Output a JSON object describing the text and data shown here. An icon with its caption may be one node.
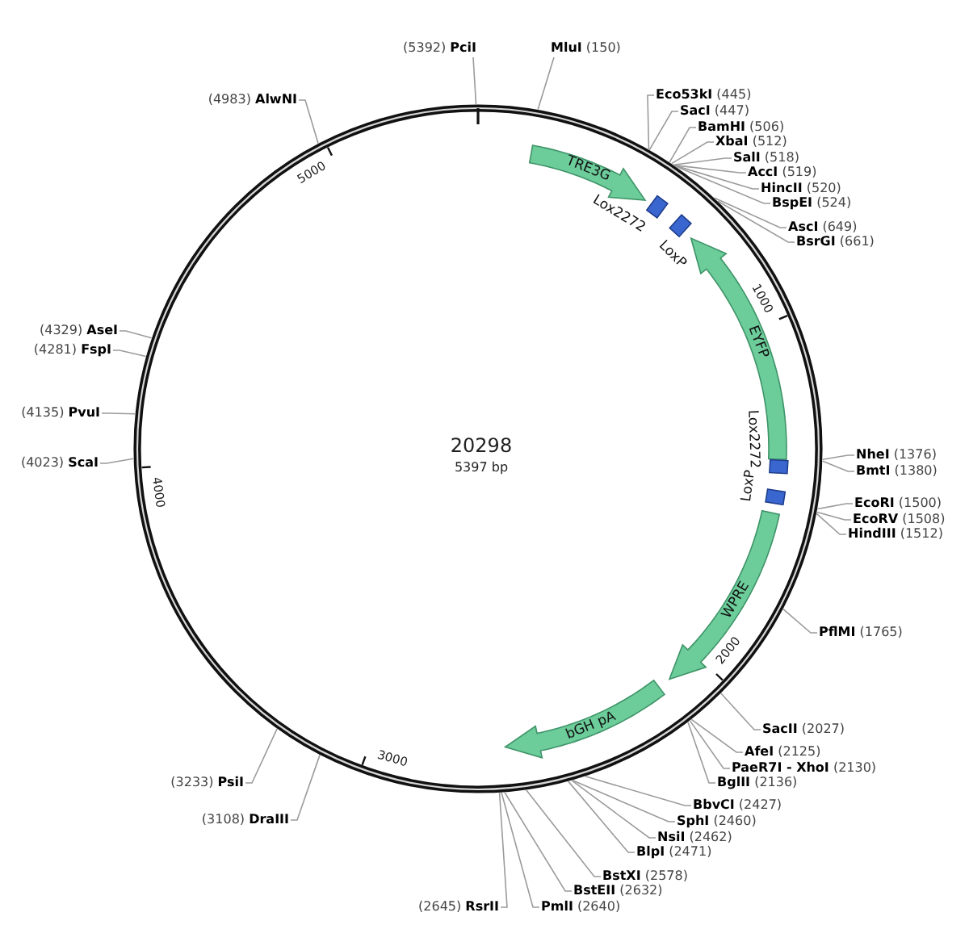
{
  "diagram": {
    "nodes": [
      {
        "text": [
          "20298",
          "5397 bp"
        ]
      },
      {
        "text": [
          "TRE3G"
        ],
        "in": 0
      },
      {
        "text": [],
        "shape": "box",
        "beside": [
          "Lox2272"
        ],
        "in": 0
      },
      {
        "text": [],
        "shape": "box",
        "beside": [
          "LoxP"
        ],
        "in": 0
      },
      {
        "text": [
          "EYFP"
        ],
        "in": 0
      },
      {
        "text": [],
        "shape": "box",
        "beside": [
          "Lox2272"
        ],
        "in": 0
      },
      {
        "text": [],
        "shape": "box",
        "beside": [
          "LoxP"
        ],
        "in": 0
      },
      {
        "text": [
          "WPRE"
        ],
        "in": 0
      },
      {
        "text": [
          "bGH pA"
        ],
        "in": 0
      },
      {
        "text": [
          "(5392) **PciI**"
        ]
      },
      {
        "text": [
          "**MluI** (150)"
        ]
      },
      {
        "text": [
          "**Eco53kI** (445)"
        ]
      },
      {
        "text": [
          "**SacI** (447)"
        ]
      },
      {
        "text": [
          "**BamHI** (506)"
        ]
      },
      {
        "text": [
          "**XbaI** (512)"
        ]
      },
      {
        "text": [
          "**SalI** (518)"
        ]
      },
      {
        "text": [
          "**AccI** (519)"
        ]
      },
      {
        "text": [
          "**HincII** (520)"
        ]
      },
      {
        "text": [
          "**BspEI** (524)"
        ]
      },
      {
        "text": [
          "**AscI** (649)"
        ]
      },
      {
        "text": [
          "**BsrGI** (661)"
        ]
      },
      {
        "text": [
          "**NheI** (1376)"
        ]
      },
      {
        "text": [
          "**BmtI** (1380)"
        ]
      },
      {
        "text": [
          "**EcoRI** (1500)"
        ]
      },
      {
        "text": [
          "**EcoRV** (1508)"
        ]
      },
      {
        "text": [
          "**HindIII** (1512)"
        ]
      },
      {
        "text": [
          "**PflMI** (1765)"
        ]
      },
      {
        "text": [
          "**SacII** (2027)"
        ]
      },
      {
        "text": [
          "**AfeI** (2125)"
        ]
      },
      {
        "text": [
          "**PaeR7I - XhoI** (2130)"
        ]
      },
      {
        "text": [
          "**BglII** (2136)"
        ]
      },
      {
        "text": [
          "**BbvCI** (2427)"
        ]
      },
      {
        "text": [
          "**SphI** (2460)"
        ]
      },
      {
        "text": [
          "**NsiI** (2462)"
        ]
      },
      {
        "text": [
          "**BlpI** (2471)"
        ]
      },
      {
        "text": [
          "**BstXI** (2578)"
        ]
      },
      {
        "text": [
          "**BstEII** (2632)"
        ]
      },
      {
        "text": [
          "**PmlI** (2640)"
        ]
      },
      {
        "text": [
          "(2645) **RsrII**"
        ]
      },
      {
        "text": [
          "(3108) **DraIII**"
        ]
      },
      {
        "text": [
          "(3233) **PsiI**"
        ]
      },
      {
        "text": [
          "(4023) **ScaI**"
        ]
      },
      {
        "text": [
          "(4135) **PvuI**"
        ]
      },
      {
        "text": [
          "(4281) **FspI**"
        ]
      },
      {
        "text": [
          "(4329) **AseI**"
        ]
      },
      {
        "text": [
          "(4983) **AlwNI**"
        ]
      }
    ],
    "edges": [
      {
        "from": 9,
        "to": 0,
        "arrow": "none"
      },
      {
        "from": 10,
        "to": 0,
        "arrow": "none"
      },
      {
        "from": 11,
        "to": 0,
        "arrow": "none"
      },
      {
        "from": 12,
        "to": 0,
        "arrow": "none"
      },
      {
        "from": 13,
        "to": 0,
        "arrow": "none"
      },
      {
        "from": 14,
        "to": 0,
        "arrow": "none"
      },
      {
        "from": 15,
        "to": 0,
        "arrow": "none"
      },
      {
        "from": 16,
        "to": 0,
        "arrow": "none"
      },
      {
        "from": 17,
        "to": 0,
        "arrow": "none"
      },
      {
        "from": 18,
        "to": 0,
        "arrow": "none"
      },
      {
        "from": 19,
        "to": 0,
        "arrow": "none"
      },
      {
        "from": 20,
        "to": 0,
        "arrow": "none"
      },
      {
        "from": 21,
        "to": 0,
        "arrow": "none"
      },
      {
        "from": 22,
        "to": 0,
        "arrow": "none"
      },
      {
        "from": 23,
        "to": 0,
        "arrow": "none"
      },
      {
        "from": 24,
        "to": 0,
        "arrow": "none"
      },
      {
        "from": 25,
        "to": 0,
        "arrow": "none"
      },
      {
        "from": 26,
        "to": 0,
        "arrow": "none"
      },
      {
        "from": 27,
        "to": 0,
        "arrow": "none"
      },
      {
        "from": 28,
        "to": 0,
        "arrow": "none"
      },
      {
        "from": 29,
        "to": 0,
        "arrow": "none"
      },
      {
        "from": 30,
        "to": 0,
        "arrow": "none"
      },
      {
        "from": 31,
        "to": 0,
        "arrow": "none"
      },
      {
        "from": 32,
        "to": 0,
        "arrow": "none"
      },
      {
        "from": 33,
        "to": 0,
        "arrow": "none"
      },
      {
        "from": 34,
        "to": 0,
        "arrow": "none"
      },
      {
        "from": 35,
        "to": 0,
        "arrow": "none"
      },
      {
        "from": 36,
        "to": 0,
        "arrow": "none"
      },
      {
        "from": 37,
        "to": 0,
        "arrow": "none"
      },
      {
        "from": 38,
        "to": 0,
        "arrow": "none"
      },
      {
        "from": 39,
        "to": 0,
        "arrow": "none"
      },
      {
        "from": 40,
        "to": 0,
        "arrow": "none"
      },
      {
        "from": 41,
        "to": 0,
        "arrow": "none"
      },
      {
        "from": 42,
        "to": 0,
        "arrow": "none"
      },
      {
        "from": 43,
        "to": 0,
        "arrow": "none"
      },
      {
        "from": 44,
        "to": 0,
        "arrow": "none"
      },
      {
        "from": 45,
        "to": 0,
        "arrow": "none"
      }
    ],
    "labels": [
      "1000",
      "2000",
      "3000",
      "4000",
      "5000"
    ]
  }
}
